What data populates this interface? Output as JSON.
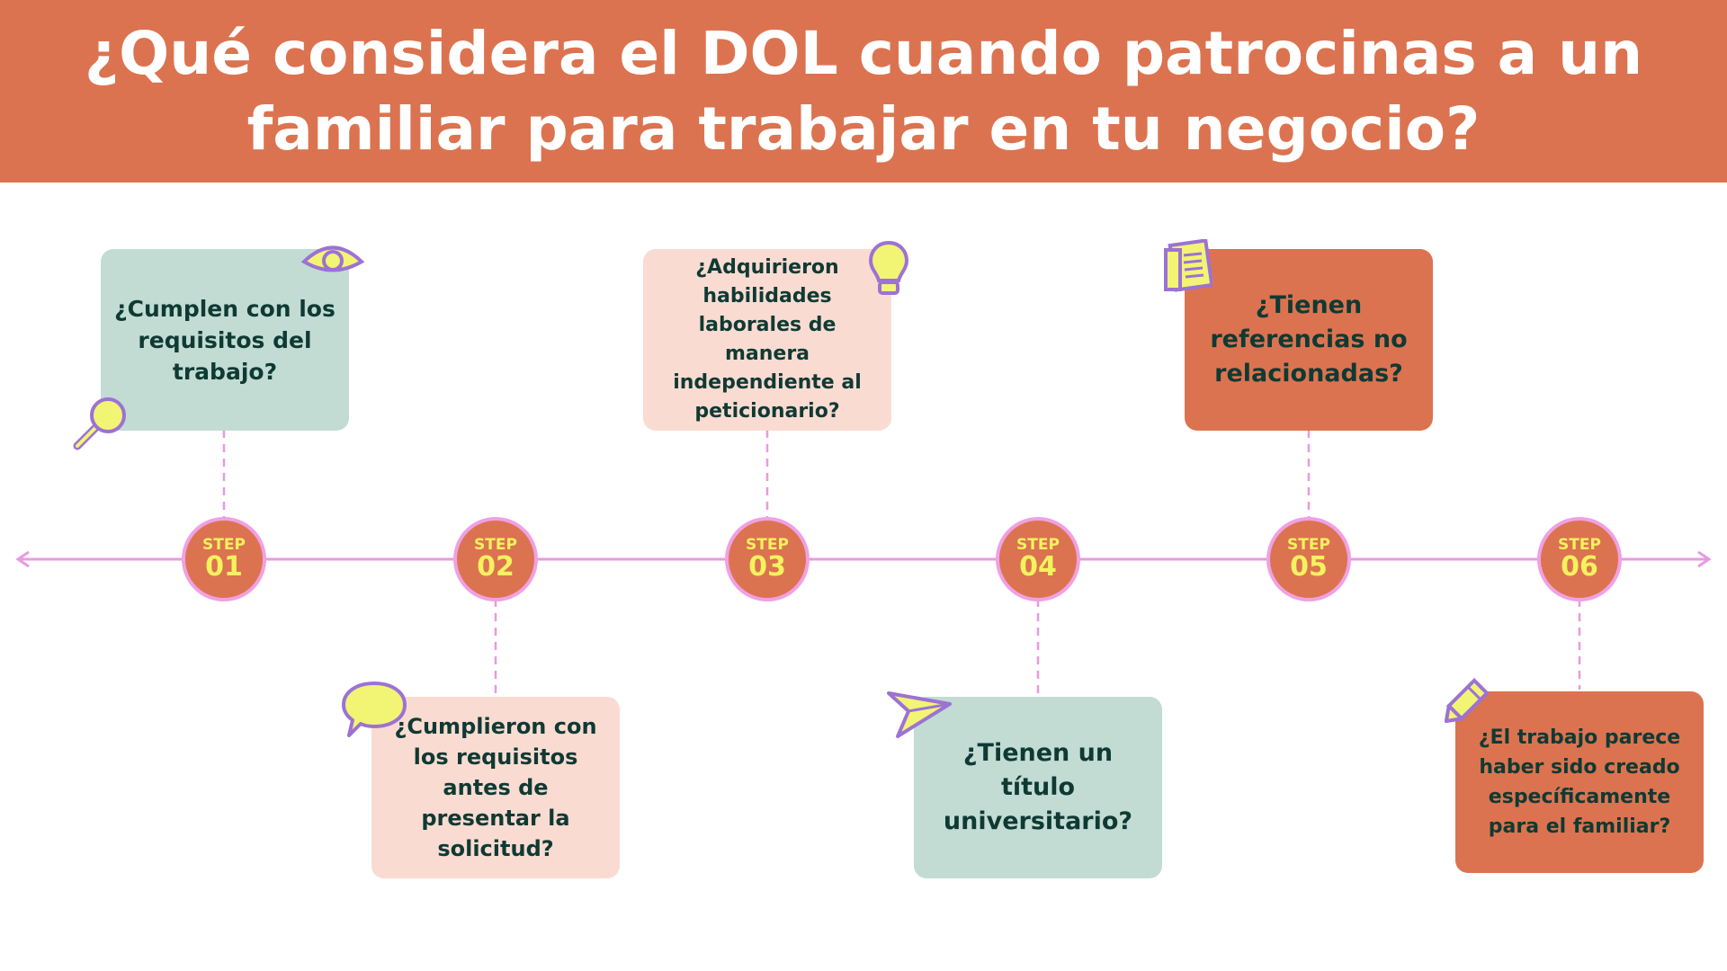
{
  "title": "¿Qué considera el DOL cuando patrocinas a un familiar para trabajar en tu negocio?",
  "colors": {
    "header": "#dc7350",
    "line": "#e89ae0",
    "card_mint": "#c2dcd4",
    "card_peach": "#fadbd2",
    "card_orange": "#dc7350",
    "step_text": "#f4f25e",
    "icon_fill": "#f2f474",
    "icon_stroke": "#9c72d4"
  },
  "steps": [
    {
      "label": "STEP",
      "num": "01",
      "question": "¿Cumplen con los requisitos del trabajo?",
      "icon": "eye-icon"
    },
    {
      "label": "STEP",
      "num": "02",
      "question": "¿Cumplieron con los requisitos antes de presentar la solicitud?",
      "icon": "speech-bubble-icon"
    },
    {
      "label": "STEP",
      "num": "03",
      "question": "¿Adquirieron habilidades laborales de manera independiente al peticionario?",
      "icon": "lightbulb-icon"
    },
    {
      "label": "STEP",
      "num": "04",
      "question": "¿Tienen un título universitario?",
      "icon": "paper-plane-icon"
    },
    {
      "label": "STEP",
      "num": "05",
      "question": "¿Tienen referencias no relacionadas?",
      "icon": "newspaper-icon"
    },
    {
      "label": "STEP",
      "num": "06",
      "question": "¿El trabajo parece haber sido creado específicamente para el familiar?",
      "icon": "pencil-icon"
    }
  ]
}
